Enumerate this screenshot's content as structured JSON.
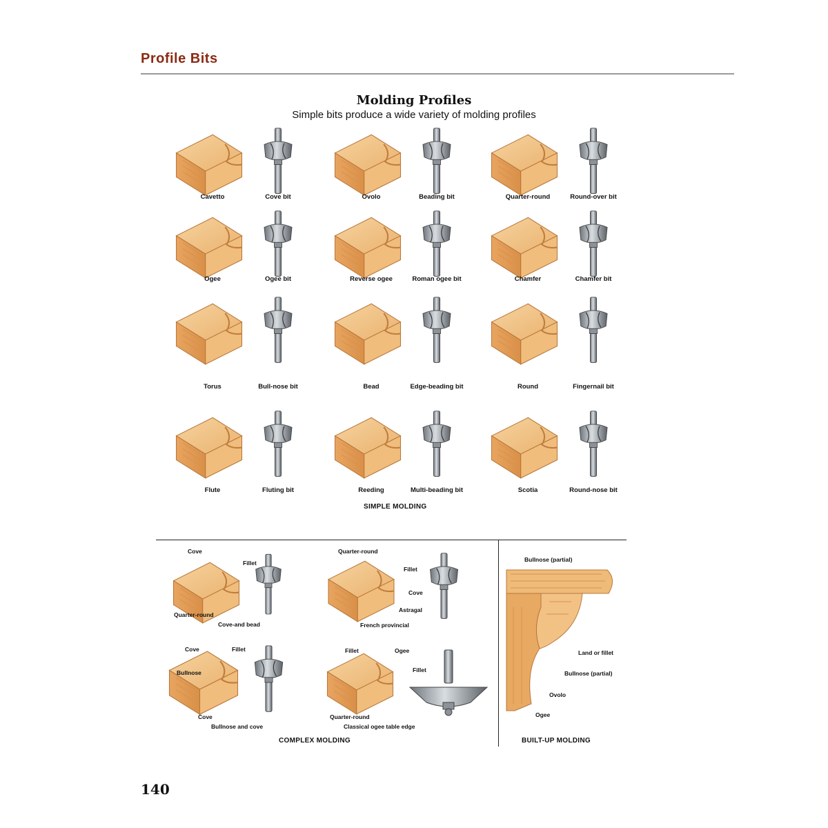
{
  "header": {
    "section_title": "Profile Bits"
  },
  "figure": {
    "title": "Molding Profiles",
    "subtitle": "Simple bits produce a wide variety of molding profiles",
    "simple_items": [
      {
        "wood": "Cavetto",
        "bit": "Cove bit"
      },
      {
        "wood": "Ovolo",
        "bit": "Beading bit"
      },
      {
        "wood": "Quarter-round",
        "bit": "Round-over bit"
      },
      {
        "wood": "Ogee",
        "bit": "Ogee bit"
      },
      {
        "wood": "Reverse ogee",
        "bit": "Roman ogee bit"
      },
      {
        "wood": "Chamfer",
        "bit": "Chamfer bit"
      },
      {
        "wood": "Torus",
        "bit": "Bull-nose bit"
      },
      {
        "wood": "Bead",
        "bit": "Edge-beading bit"
      },
      {
        "wood": "Round",
        "bit": "Fingernail bit"
      },
      {
        "wood": "Flute",
        "bit": "Fluting bit"
      },
      {
        "wood": "Reeding",
        "bit": "Multi-beading bit"
      },
      {
        "wood": "Scotia",
        "bit": "Round-nose bit"
      }
    ],
    "simple_caption": "SIMPLE MOLDING",
    "complex": {
      "caption": "COMPLEX MOLDING",
      "cove_and_bead": {
        "title": "Cove-and bead",
        "cove": "Cove",
        "fillet": "Fillet",
        "quarter_round": "Quarter-round"
      },
      "french_provincial": {
        "title": "French provincial",
        "quarter_round": "Quarter-round",
        "fillet": "Fillet",
        "cove": "Cove",
        "astragal": "Astragal"
      },
      "bullnose_and_cove": {
        "title": "Bullnose and cove",
        "cove_top": "Cove",
        "fillet": "Fillet",
        "bullnose": "Bullnose",
        "cove_bottom": "Cove"
      },
      "classical_ogee": {
        "title": "Classical ogee table edge",
        "fillet": "Fillet",
        "ogee": "Ogee",
        "fillet2": "Fillet",
        "quarter_round": "Quarter-round"
      }
    },
    "built_up": {
      "caption": "BUILT-UP MOLDING",
      "bullnose_top": "Bullnose (partial)",
      "land_or_fillet": "Land or fillet",
      "bullnose_mid": "Bullnose (partial)",
      "ovolo": "Ovolo",
      "ogee": "Ogee"
    }
  },
  "footer": {
    "page_number": "140"
  },
  "colors": {
    "wood_top": "#f1c589",
    "wood_front": "#e9a864",
    "wood_dark": "#cf8a44",
    "bit": "#a8aeb4",
    "bit_dark": "#5e646a",
    "title_red": "#8a2a12"
  }
}
